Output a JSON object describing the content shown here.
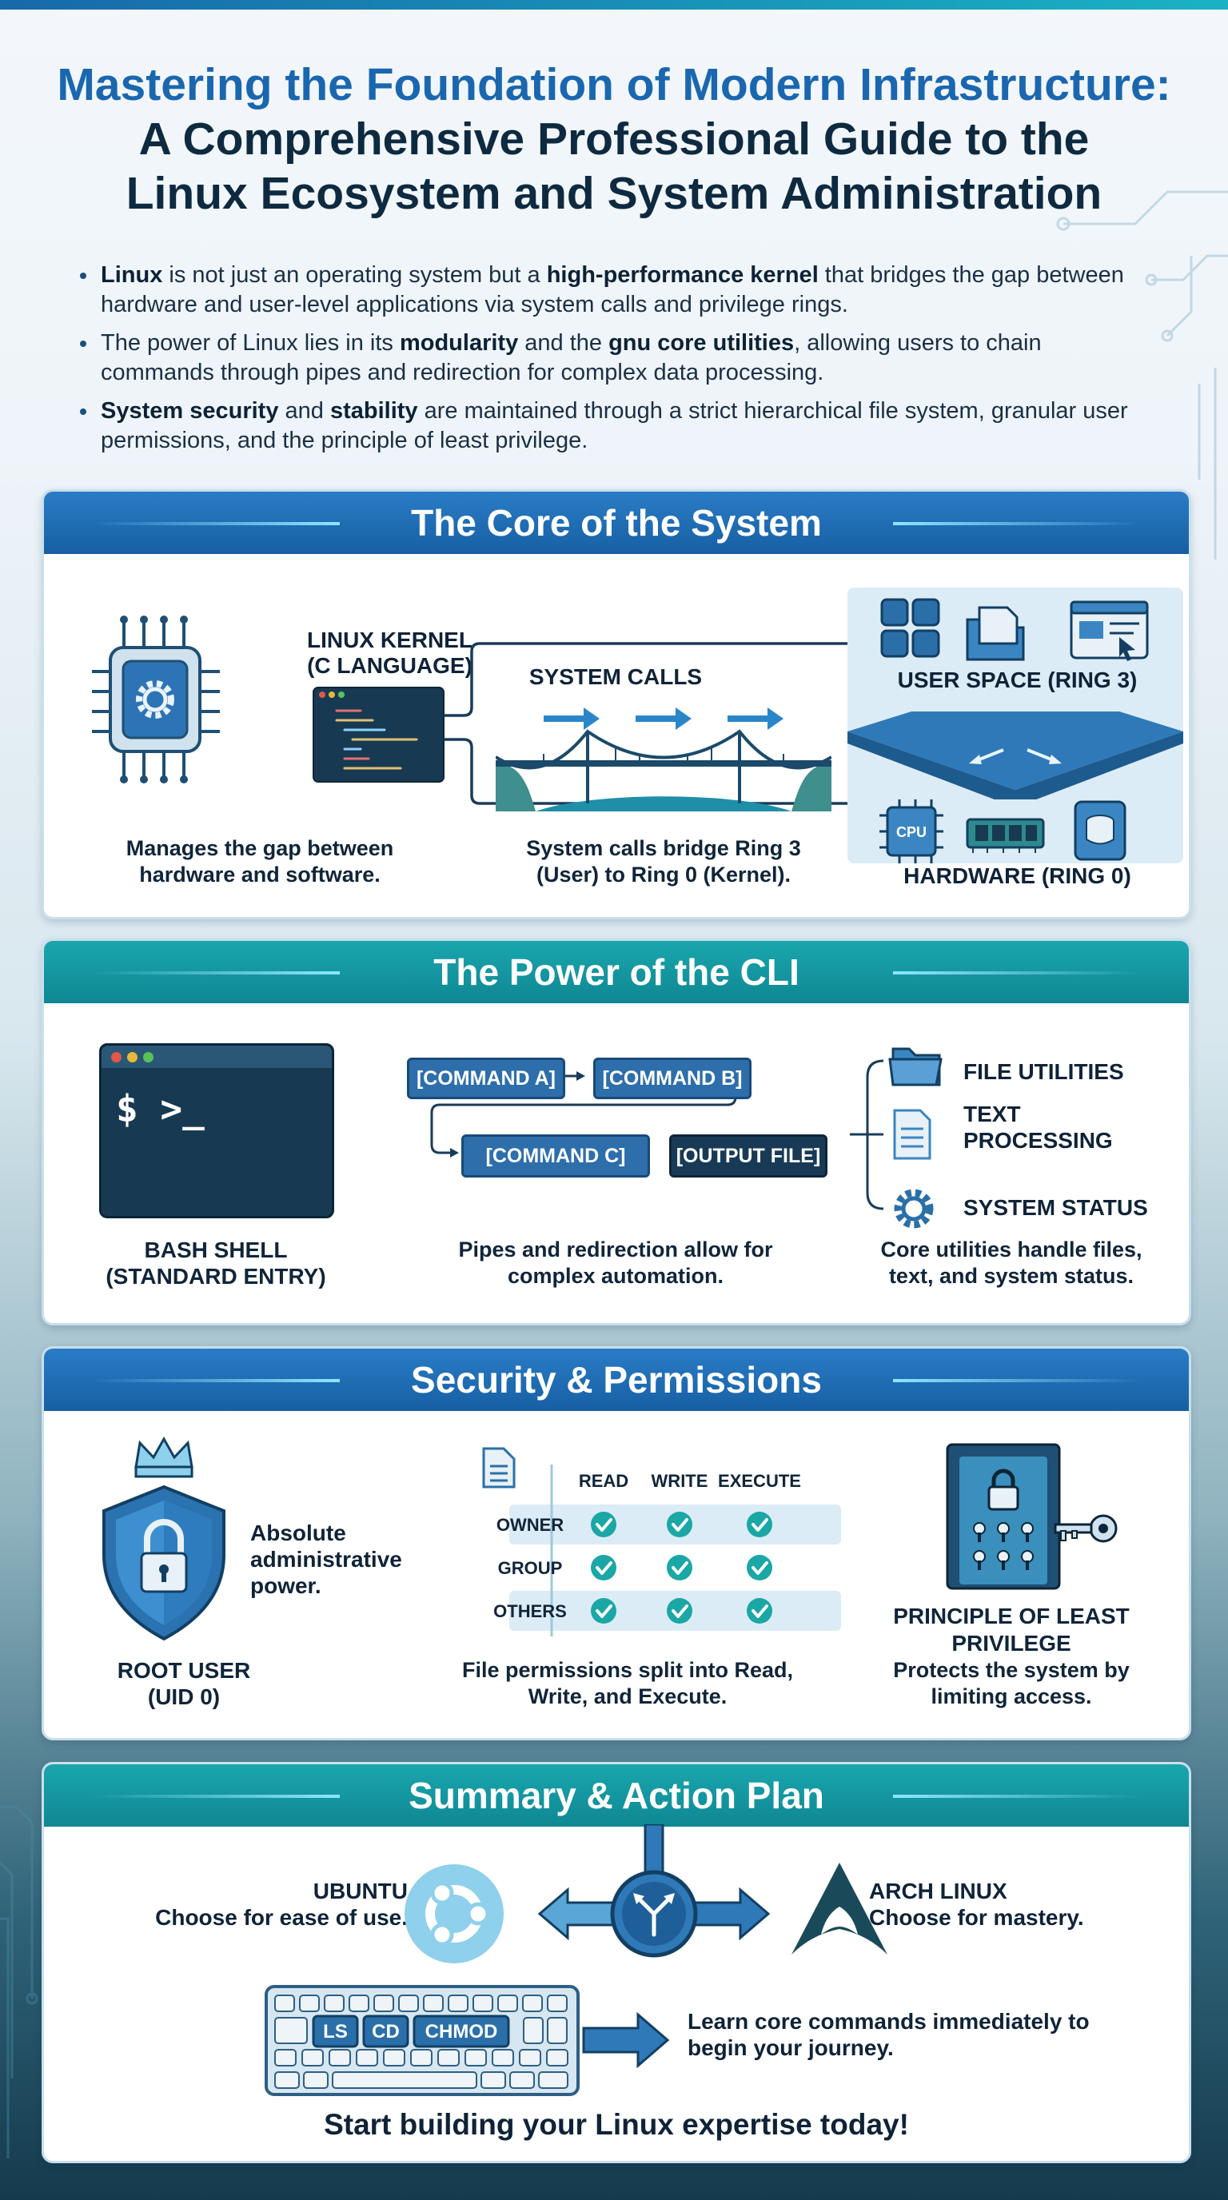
{
  "title": {
    "line1": "Mastering the Foundation of Modern Infrastructure:",
    "line2": "A Comprehensive Professional Guide to the Linux Ecosystem and System Administration"
  },
  "bullets": [
    {
      "b1": "Linux",
      "t1": " is not just an operating system but a ",
      "b2": "high-performance kernel",
      "t2": " that bridges the gap between hardware and user-level applications via system calls and privilege rings."
    },
    {
      "b1": "",
      "t1": "The power of Linux lies in its ",
      "b2": "modularity",
      "t2": " and the ",
      "b3": "gnu core utilities",
      "t3": ", allowing users to chain commands through pipes and redirection for complex data processing."
    },
    {
      "b1": "System security",
      "t1": " and ",
      "b2": "stability",
      "t2": " are maintained through a strict hierarchical file system, granular user permissions, and the principle of least privilege."
    }
  ],
  "core": {
    "heading": "The Core of the System",
    "kernel_label_1": "LINUX KERNEL",
    "kernel_label_2": "(C LANGUAGE)",
    "kernel_caption": "Manages the gap between hardware and software.",
    "syscalls_label": "SYSTEM CALLS",
    "syscalls_caption": "System calls bridge Ring 3 (User) to Ring 0 (Kernel).",
    "user_space_label": "USER SPACE (RING 3)",
    "hardware_label": "HARDWARE (RING 0)",
    "cpu_text": "CPU"
  },
  "cli": {
    "heading": "The Power of the CLI",
    "prompt": "$ >_",
    "shell_label_1": "BASH SHELL",
    "shell_label_2": "(STANDARD ENTRY)",
    "cmd_a": "[COMMAND A]",
    "cmd_b": "[COMMAND B]",
    "cmd_c": "[COMMAND C]",
    "output": "[OUTPUT FILE]",
    "pipes_caption": "Pipes and redirection allow for complex automation.",
    "util_files": "FILE UTILITIES",
    "util_text_1": "TEXT",
    "util_text_2": "PROCESSING",
    "util_status": "SYSTEM STATUS",
    "utils_caption": "Core utilities handle files, text, and system status."
  },
  "security": {
    "heading": "Security & Permissions",
    "root_desc": "Absolute administrative power.",
    "root_label_1": "ROOT USER",
    "root_label_2": "(UID 0)",
    "perm_columns": [
      "READ",
      "WRITE",
      "EXECUTE"
    ],
    "perm_rows": [
      "OWNER",
      "GROUP",
      "OTHERS"
    ],
    "perm_caption": "File permissions split into Read, Write, and Execute.",
    "plp_label": "PRINCIPLE OF LEAST PRIVILEGE",
    "plp_caption": "Protects the system by limiting access."
  },
  "summary": {
    "heading": "Summary & Action Plan",
    "ubuntu_name": "UBUNTU",
    "ubuntu_desc": "Choose for ease of use.",
    "arch_name": "ARCH LINUX",
    "arch_desc": "Choose for mastery.",
    "keys": [
      "LS",
      "CD",
      "CHMOD"
    ],
    "learn_caption": "Learn core commands immediately to begin your journey.",
    "cta": "Start building your Linux expertise today!"
  },
  "colors": {
    "title_blue": "#1a67b0",
    "header_blue": "#1f6db5",
    "header_teal": "#139aa3",
    "check_teal": "#1aa7a5"
  }
}
